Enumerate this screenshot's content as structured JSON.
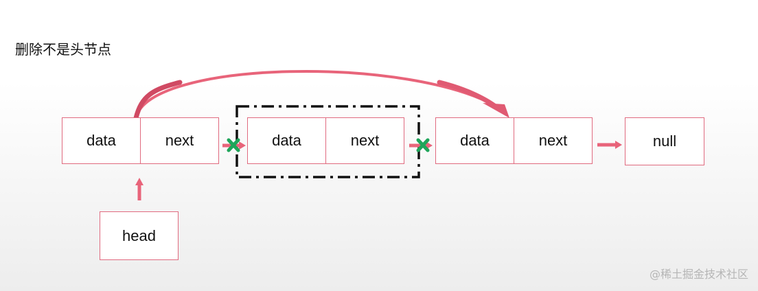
{
  "title": "删除不是头节点",
  "nodes": [
    {
      "data_label": "data",
      "next_label": "next"
    },
    {
      "data_label": "data",
      "next_label": "next"
    },
    {
      "data_label": "data",
      "next_label": "next"
    }
  ],
  "null_label": "null",
  "head_label": "head",
  "watermark": "@稀土掘金技术社区",
  "colors": {
    "node_border": "#e06a7f",
    "arrow": "#e8647a",
    "cross": "#1fa55a",
    "dashed_box": "#111111"
  }
}
